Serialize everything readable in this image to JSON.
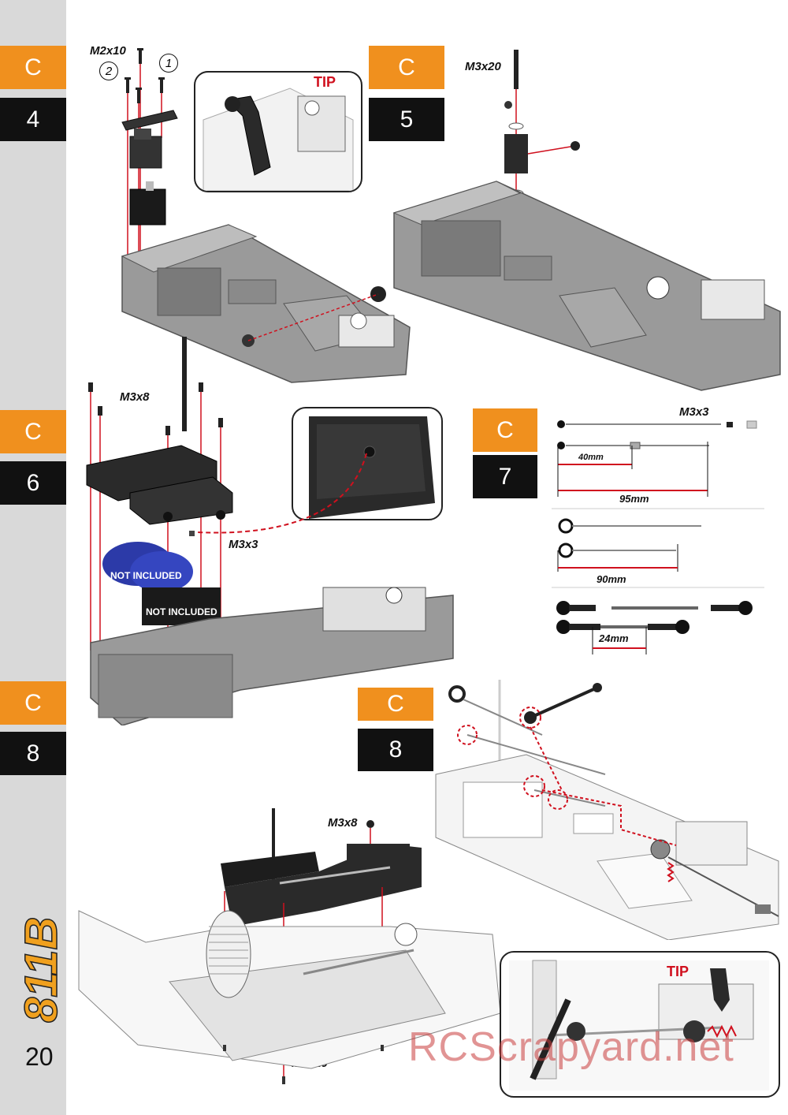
{
  "page": {
    "number": "20",
    "watermark": "RCScrapyard.net",
    "logo_text": "811B"
  },
  "steps": {
    "c4": {
      "letter": "C",
      "number": "4"
    },
    "c5": {
      "letter": "C",
      "number": "5"
    },
    "c6": {
      "letter": "C",
      "number": "6"
    },
    "c7": {
      "letter": "C",
      "number": "7"
    },
    "c8_side": {
      "letter": "C",
      "number": "8"
    },
    "c8_main": {
      "letter": "C",
      "number": "8"
    }
  },
  "labels": {
    "m2x10": "M2x10",
    "circle1": "1",
    "circle2": "2",
    "tip": "TIP",
    "m3x20": "M3x20",
    "m3x8": "M3x8",
    "m3x3_a": "M3x3",
    "not_included_a": "NOT INCLUDED",
    "not_included_b": "NOT INCLUDED",
    "m3x3_b": "M3x3",
    "len_40": "40mm",
    "len_95": "95mm",
    "len_90": "90mm",
    "len_24": "24mm",
    "m3x8_b": "M3x8",
    "m4x10": "M4x10",
    "tip_b": "TIP"
  },
  "colors": {
    "accent_orange": "#f0901e",
    "step_black": "#111111",
    "tip_red": "#d0101e",
    "sidebar_gray": "#d9d9d9"
  }
}
